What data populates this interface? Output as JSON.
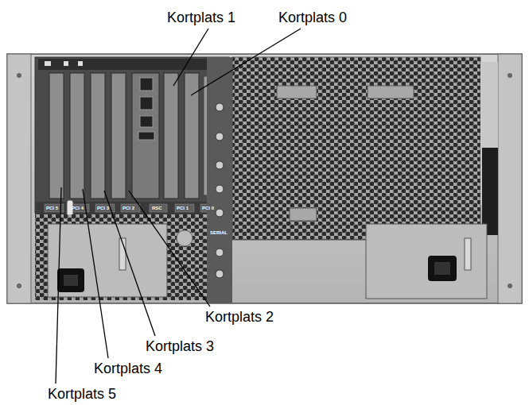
{
  "diagram": {
    "labels": [
      "Kortplats 1",
      "Kortplats 0",
      "PCI 5",
      "PCI 4",
      "PCI 3",
      "PCI 2",
      "RSC",
      "PCI 1",
      "PCI 0",
      "SERIAL",
      "Kortplats 2",
      "Kortplats 3",
      "Kortplats 4",
      "Kortplats 5"
    ]
  }
}
